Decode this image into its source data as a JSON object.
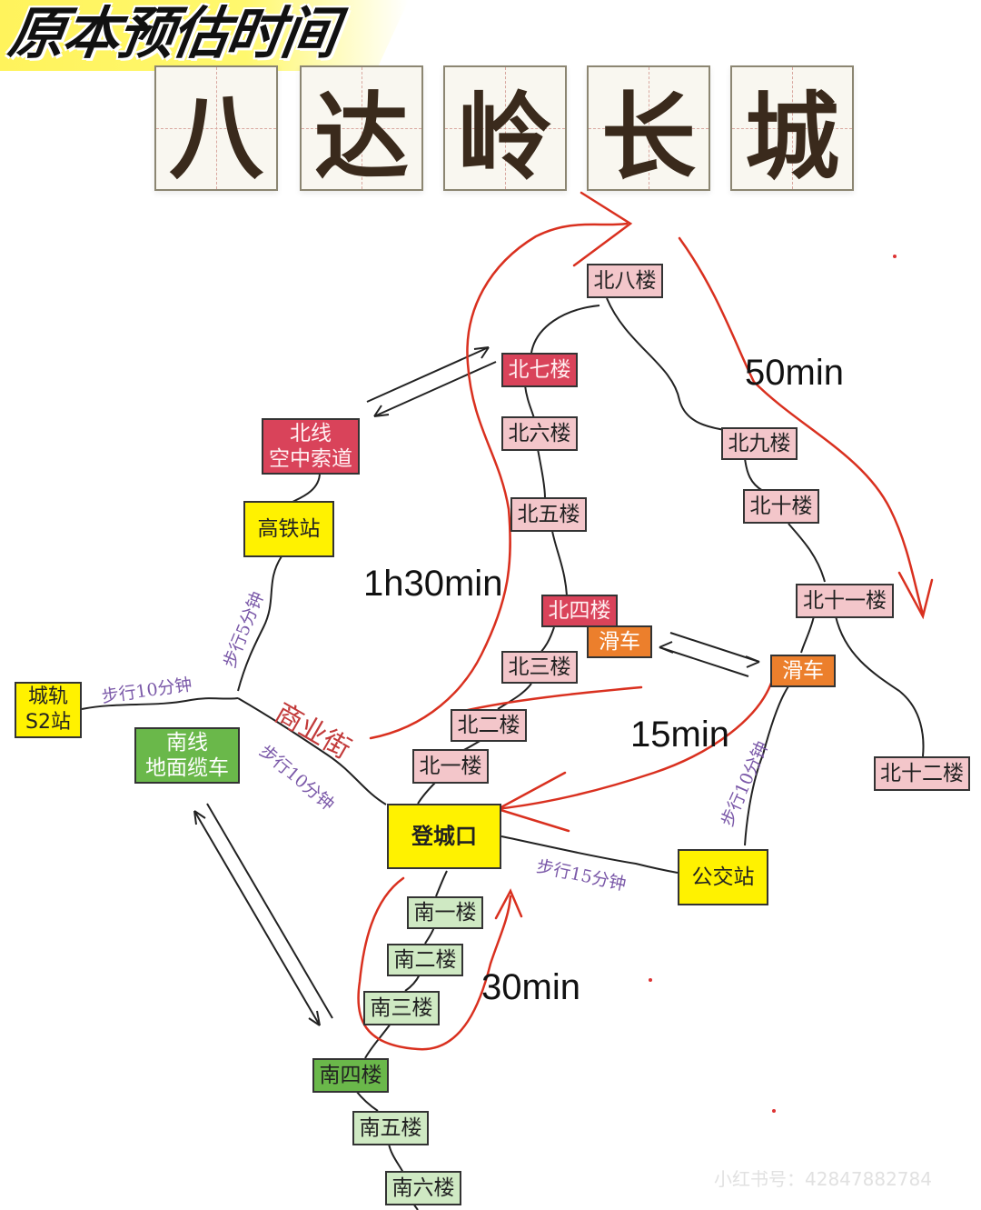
{
  "corner_label": "原本预估时间",
  "title_chars": [
    "八",
    "达",
    "岭",
    "长",
    "城"
  ],
  "colors": {
    "route": "#d9301f",
    "path": "#222222",
    "tower_pink": "#f3c6ca",
    "tower_red": "#d9435a",
    "slide": "#ec7f2c",
    "station": "#fff200",
    "south_light": "#cfe9c3",
    "south_dark": "#6ab84a",
    "walk_text": "#7a58a8",
    "street_text": "#c23a3a",
    "title_bg": "#fff35c"
  },
  "nodes": {
    "bei8": "北八楼",
    "bei7": "北七楼",
    "bei6": "北六楼",
    "bei5": "北五楼",
    "bei4": "北四楼",
    "bei3": "北三楼",
    "bei2": "北二楼",
    "bei1": "北一楼",
    "bei9": "北九楼",
    "bei10": "北十楼",
    "bei11": "北十一楼",
    "bei12": "北十二楼",
    "slide_left": "滑车",
    "slide_right": "滑车",
    "cable_north_line1": "北线",
    "cable_north_line2": "空中索道",
    "gaotie": "高铁站",
    "chenggui_line1": "城轨",
    "chenggui_line2": "S2站",
    "cable_south_line1": "南线",
    "cable_south_line2": "地面缆车",
    "dengchengkou": "登城口",
    "gongjiao": "公交站",
    "nan1": "南一楼",
    "nan2": "南二楼",
    "nan3": "南三楼",
    "nan4": "南四楼",
    "nan5": "南五楼",
    "nan6": "南六楼"
  },
  "durations": {
    "north_west_loop": "1h30min",
    "north_east_loop": "50min",
    "slide_return": "15min",
    "south_loop": "30min"
  },
  "walks": {
    "to_gaotie": "步行5分钟",
    "to_chenggui": "步行10分钟",
    "to_dengchengkou": "步行10分钟",
    "to_gongjiao": "步行15分钟",
    "gongjiao_to_slide": "步行10分钟"
  },
  "street": "商业街",
  "watermark": "小红书号：42847882784"
}
